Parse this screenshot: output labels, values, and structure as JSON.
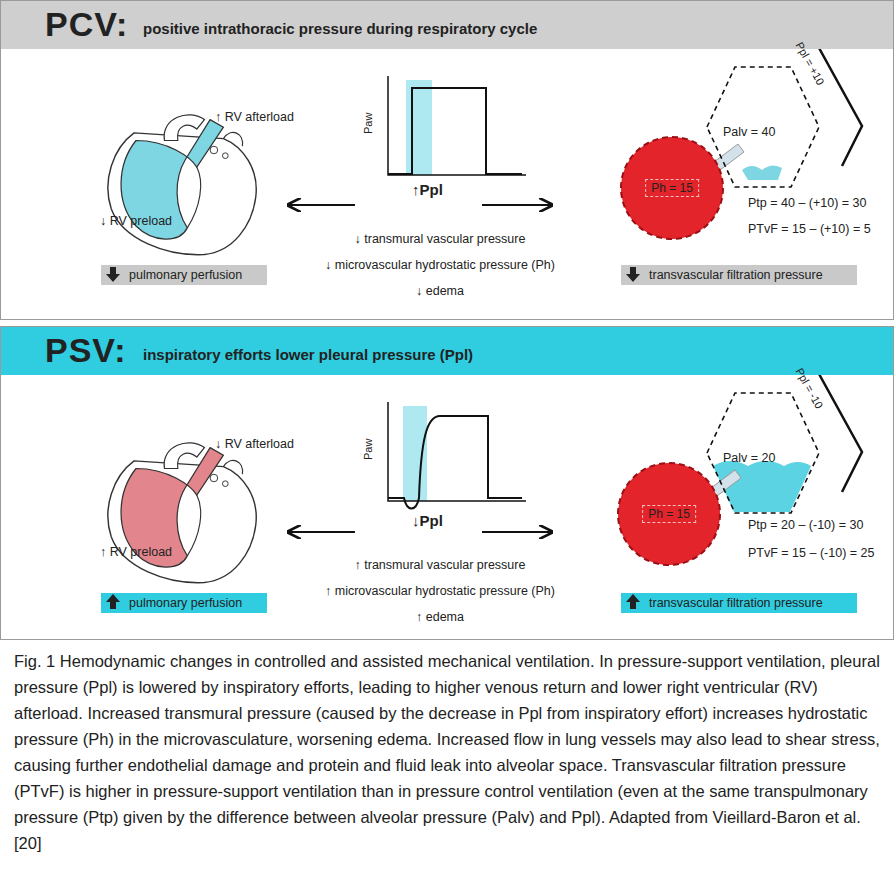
{
  "diagram": {
    "caption": "Fig. 1 Hemodynamic changes in controlled and assisted mechanical ventilation. In pressure-support ventilation, pleural pressure (Ppl) is lowered by inspiratory efforts, leading to higher venous return and lower right ventricular (RV) afterload. Increased transmural pressure (caused by the decrease in Ppl from inspiratory effort) increases hydrostatic pressure (Ph) in the microvasculature, worsening edema. Increased flow in lung vessels may also lead to shear stress, causing further endothelial damage and protein and fluid leak into alveolar space. Transvascular filtration pressure (PTvF) is higher in pressure-support ventilation than in pressure control ventilation (even at the same transpulmonary pressure (Ptp) given by the difference between alveolar pressure (Palv) and Ppl). Adapted from Vieillard-Baron et al. [20]",
    "nodes": [
      {
        "text": [
          "PCV:",
          "positive intrathoracic pressure during respiratory cycle"
        ]
      },
      {
        "text": [
          "pulmonary perfusion"
        ],
        "in": 0
      },
      {
        "text": [
          "Ph = 15"
        ],
        "in": 0
      },
      {
        "text": [
          "Palv = 40"
        ],
        "in": 0
      },
      {
        "text": [
          "transvascular filtration pressure"
        ],
        "in": 0
      },
      {
        "text": [
          "PSV:",
          "inspiratory efforts lower pleural pressure (Ppl)"
        ]
      },
      {
        "text": [
          "pulmonary perfusion"
        ],
        "in": 5
      },
      {
        "text": [
          "Ph = 15"
        ],
        "in": 5
      },
      {
        "text": [
          "Palv = 20"
        ],
        "in": 5
      },
      {
        "text": [
          "transvascular filtration pressure"
        ],
        "in": 5
      }
    ],
    "labels": [
      "↑ RV afterload",
      "↓ RV preload",
      "Paw",
      "↑Ppl",
      "↓ transmural vascular pressure",
      "↓ microvascular hydrostatic pressure (Ph)",
      "↓ edema",
      "Ppl = +10",
      "Ptp = 40 – (+10) = 30",
      "PTvF = 15 – (+10) = 5",
      "↓ RV afterload",
      "↑ RV preload",
      "Paw",
      "↓Ppl",
      "↑ transmural vascular pressure",
      "↑ microvascular hydrostatic pressure (Ph)",
      "↑ edema",
      "Ppl = -10",
      "Ptp = 20 – (-10) = 30",
      "PTvF = 15 – (-10) = 25"
    ]
  }
}
